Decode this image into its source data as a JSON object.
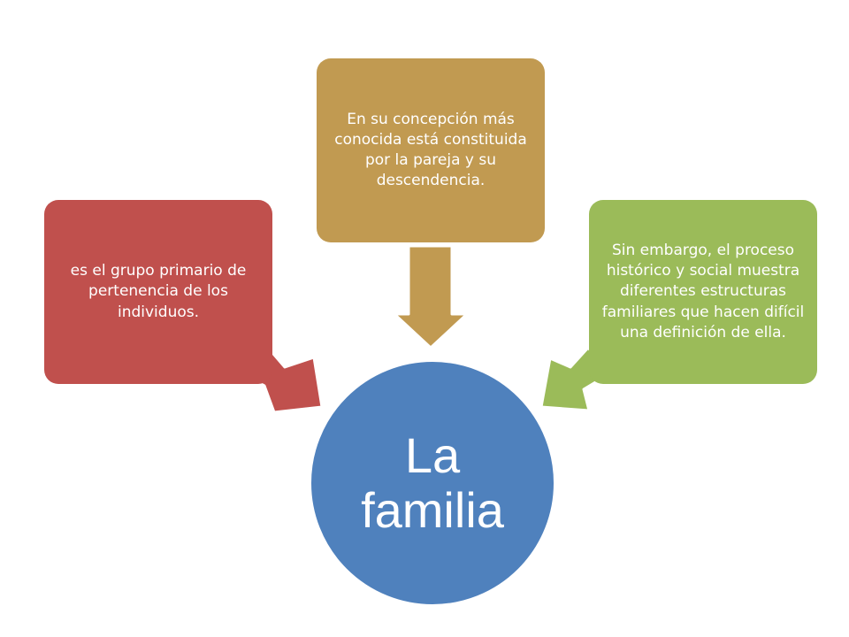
{
  "colors": {
    "left": "#c0504d",
    "top": "#c19a51",
    "right": "#9bbb59",
    "center": "#4f81bd"
  },
  "center": {
    "text": "La familia"
  },
  "boxes": {
    "left": {
      "text": "es el grupo primario de pertenencia de los individuos."
    },
    "top": {
      "text": "En su concepción más conocida está constituida por la pareja y su descendencia."
    },
    "right": {
      "text": "Sin embargo, el proceso histórico y social muestra diferentes estructuras familiares que hacen difícil una definición de ella."
    }
  }
}
